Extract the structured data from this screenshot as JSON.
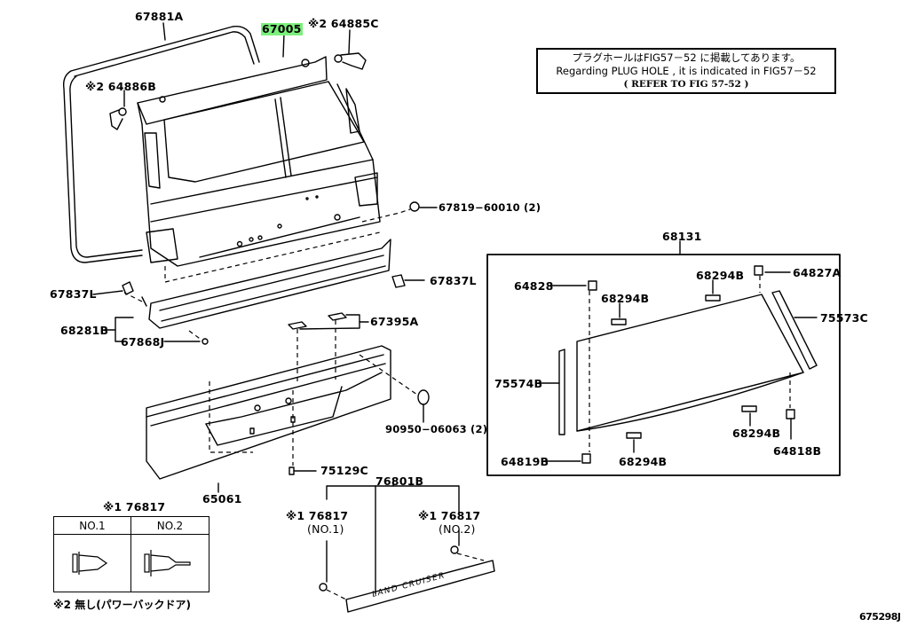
{
  "diagram": {
    "title_code": "675298J",
    "highlight_color": "#7cf07c",
    "note_box": {
      "line1": "プラグホールはFIG57－52 に掲載してあります。",
      "line2": "Regarding PLUG HOLE , it is indicated in FIG57－52",
      "line3": "(  REFER TO FIG 57-52  )"
    },
    "parts": {
      "p67881A": "67881A",
      "p67005": "67005",
      "p64885C": "※2  64885C",
      "p64886B": "※2  64886B",
      "p67819": "67819−60010 (2)",
      "p67837L_left": "67837L",
      "p67837L_right": "67837L",
      "p68281B": "68281B",
      "p67868J": "67868J",
      "p67395A": "67395A",
      "p90950": "90950−06063 (2)",
      "p75129C": "75129C",
      "p65061": "65061",
      "p76801B": "76801B",
      "p76817_no1_a": "※1 76817",
      "p76817_no1_b": "(NO.1)",
      "p76817_no2_a": "※1 76817",
      "p76817_no2_b": "(NO.2)",
      "p68131": "68131",
      "p64828": "64828",
      "p68294B_1": "68294B",
      "p68294B_2": "68294B",
      "p68294B_3": "68294B",
      "p68294B_4": "68294B",
      "p64827A": "64827A",
      "p75573C": "75573C",
      "p75574B": "75574B",
      "p64819B": "64819B",
      "p64818B": "64818B"
    },
    "clip_table": {
      "title": "※1 76817",
      "col1": "NO.1",
      "col2": "NO.2"
    },
    "footnote": "※2 無し(パワーバックドア)",
    "emblem_text": "LAND CRUISER"
  }
}
